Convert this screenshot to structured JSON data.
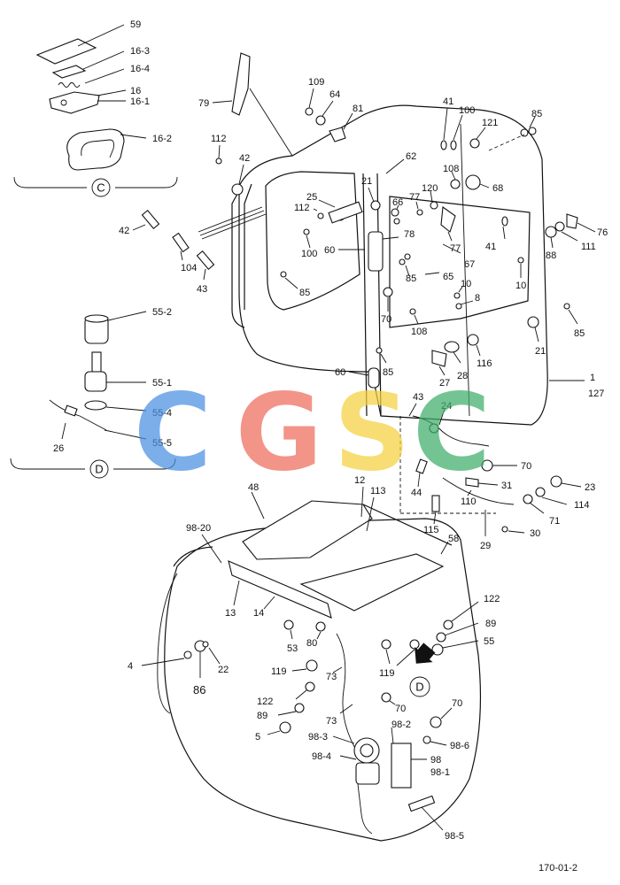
{
  "watermark": {
    "letters": [
      {
        "char": "C",
        "color": "#4a90e2"
      },
      {
        "char": "G",
        "color": "#ef6b5c"
      },
      {
        "char": "S",
        "color": "#f4d03f"
      },
      {
        "char": "C",
        "color": "#3fae6a"
      }
    ]
  },
  "figure_number": "170-01-2",
  "detail_markers": {
    "c": "C",
    "d": "D",
    "d_arrow_ref": "D"
  },
  "detail_c_labels": [
    "59",
    "16-3",
    "16-4",
    "16",
    "16-1",
    "16-2"
  ],
  "detail_d_labels": [
    "55-2",
    "55-1",
    "55-4",
    "26",
    "55-5"
  ],
  "loose_labels": [
    "42",
    "104",
    "43"
  ],
  "upper_frame_labels": [
    "79",
    "109",
    "64",
    "81",
    "41",
    "100",
    "121",
    "85",
    "112",
    "42",
    "21",
    "62",
    "108",
    "68",
    "25",
    "112",
    "66",
    "77",
    "120",
    "100",
    "78",
    "60",
    "85",
    "85",
    "77",
    "76",
    "41",
    "111",
    "88",
    "67",
    "65",
    "10",
    "10",
    "70",
    "8",
    "108",
    "85",
    "85",
    "116",
    "21",
    "27",
    "28",
    "60",
    "1",
    "127",
    "43",
    "24",
    "70",
    "44",
    "31",
    "23",
    "110",
    "114",
    "71",
    "115",
    "29",
    "30"
  ],
  "lower_frame_labels": [
    "48",
    "12",
    "113",
    "98-20",
    "58",
    "13",
    "14",
    "122",
    "89",
    "55",
    "4",
    "86",
    "22",
    "53",
    "80",
    "119",
    "73",
    "119",
    "122",
    "89",
    "73",
    "70",
    "70",
    "5",
    "98-2",
    "98-6",
    "98-3",
    "98",
    "98-1",
    "98-4",
    "98-5"
  ]
}
